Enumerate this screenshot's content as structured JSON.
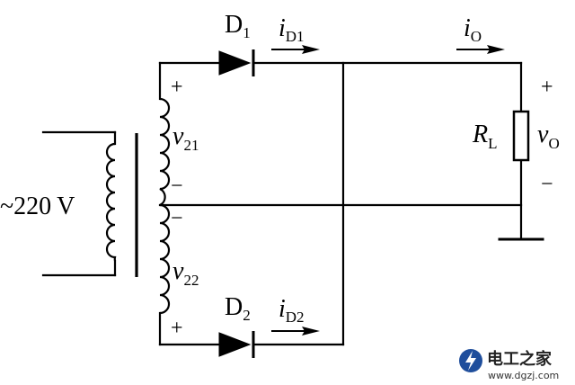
{
  "source": {
    "label": "~220",
    "unit": "V"
  },
  "diodes": [
    {
      "id": "D1",
      "letter": "D",
      "sub": "1"
    },
    {
      "id": "D2",
      "letter": "D",
      "sub": "2"
    }
  ],
  "currents": {
    "iD1": {
      "letter": "i",
      "sub": "D1"
    },
    "iD2": {
      "letter": "i",
      "sub": "D2"
    },
    "iO": {
      "letter": "i",
      "sub": "O"
    }
  },
  "windings": {
    "v21": {
      "letter": "v",
      "sub": "21"
    },
    "v22": {
      "letter": "v",
      "sub": "22"
    }
  },
  "load": {
    "resistor": {
      "letter": "R",
      "sub": "L"
    },
    "voltage": {
      "letter": "v",
      "sub": "O"
    }
  },
  "polarity": {
    "plus": "+",
    "minus": "−",
    "dash": "—"
  },
  "watermark": {
    "name": "电工之家",
    "url": "www.dgzj.com"
  }
}
